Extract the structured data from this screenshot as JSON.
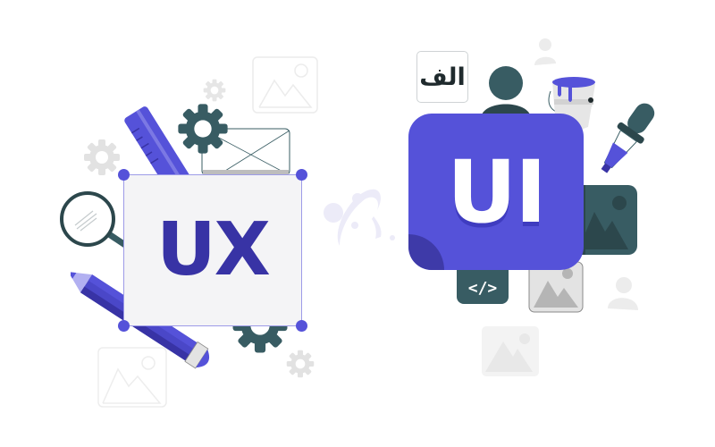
{
  "illustration": {
    "ux_panel": {
      "label": "UX",
      "card_color": "#f4f4f6",
      "text_color": "#3833a5",
      "handle_color": "#5552d9"
    },
    "ui_panel": {
      "label": "UI",
      "card_color": "#5552d9",
      "text_color": "#ffffff"
    },
    "arabic_tile": {
      "label": "الف"
    },
    "code_tile": {
      "label": "</>",
      "color": "#385c63"
    },
    "palette": {
      "primary": "#5552d9",
      "dark_teal": "#385c63",
      "light_gray": "#e6e6e6"
    },
    "icons": [
      "gear-icon",
      "ruler-icon",
      "magnifying-glass-icon",
      "pencil-icon",
      "wireframe-image-icon",
      "image-placeholder-icon",
      "user-icon",
      "paint-bucket-icon",
      "eyedropper-icon",
      "planet-icon"
    ]
  }
}
